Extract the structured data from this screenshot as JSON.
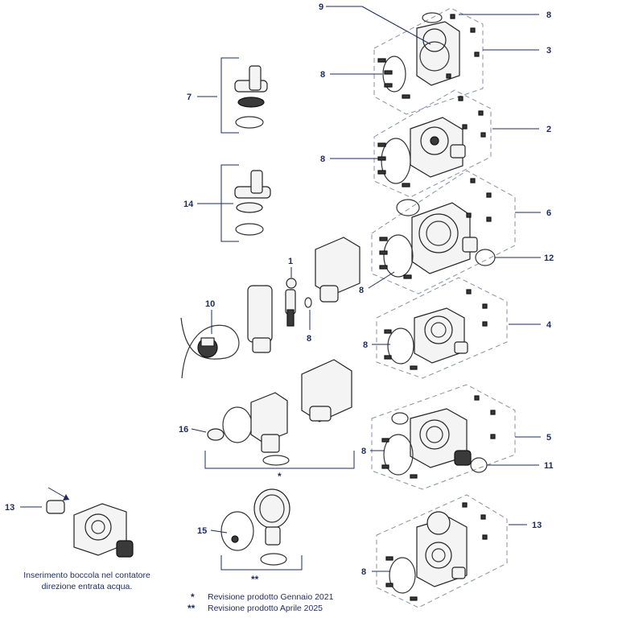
{
  "callouts": {
    "c1": "1",
    "c2": "2",
    "c3": "3",
    "c4": "4",
    "c5": "5",
    "c6": "6",
    "c7": "7",
    "c8": "8",
    "c9": "9",
    "c10": "10",
    "c11": "11",
    "c12": "12",
    "c13": "13",
    "c14": "14",
    "c15": "15",
    "c16": "16"
  },
  "notes": {
    "insert_line1": "Inserimento boccola nel contatore",
    "insert_line2": "direzione entrata acqua.",
    "single_star": "*",
    "double_star": "**",
    "rev1_mark": "*",
    "rev1_text": "Revisione prodotto Gennaio 2021",
    "rev2_mark": "**",
    "rev2_text": "Revisione prodotto Aprile 2025"
  }
}
